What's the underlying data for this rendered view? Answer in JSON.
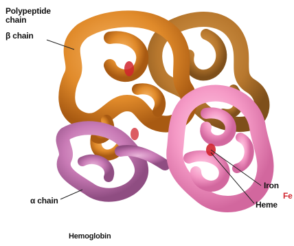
{
  "labels": {
    "polypeptide_line1": "Polypeptide",
    "polypeptide_line2": "chain",
    "beta_chain": "β chain",
    "alpha_chain": "α chain",
    "iron": "Iron",
    "heme": "Heme",
    "fe": "Fe",
    "caption": "Hemoglobin"
  },
  "colors": {
    "beta_orange": "#e08a2a",
    "beta_brown": "#b8782e",
    "alpha_pink": "#f59ac6",
    "alpha_mauve": "#c97bb6",
    "heme_red": "#d0242d"
  }
}
